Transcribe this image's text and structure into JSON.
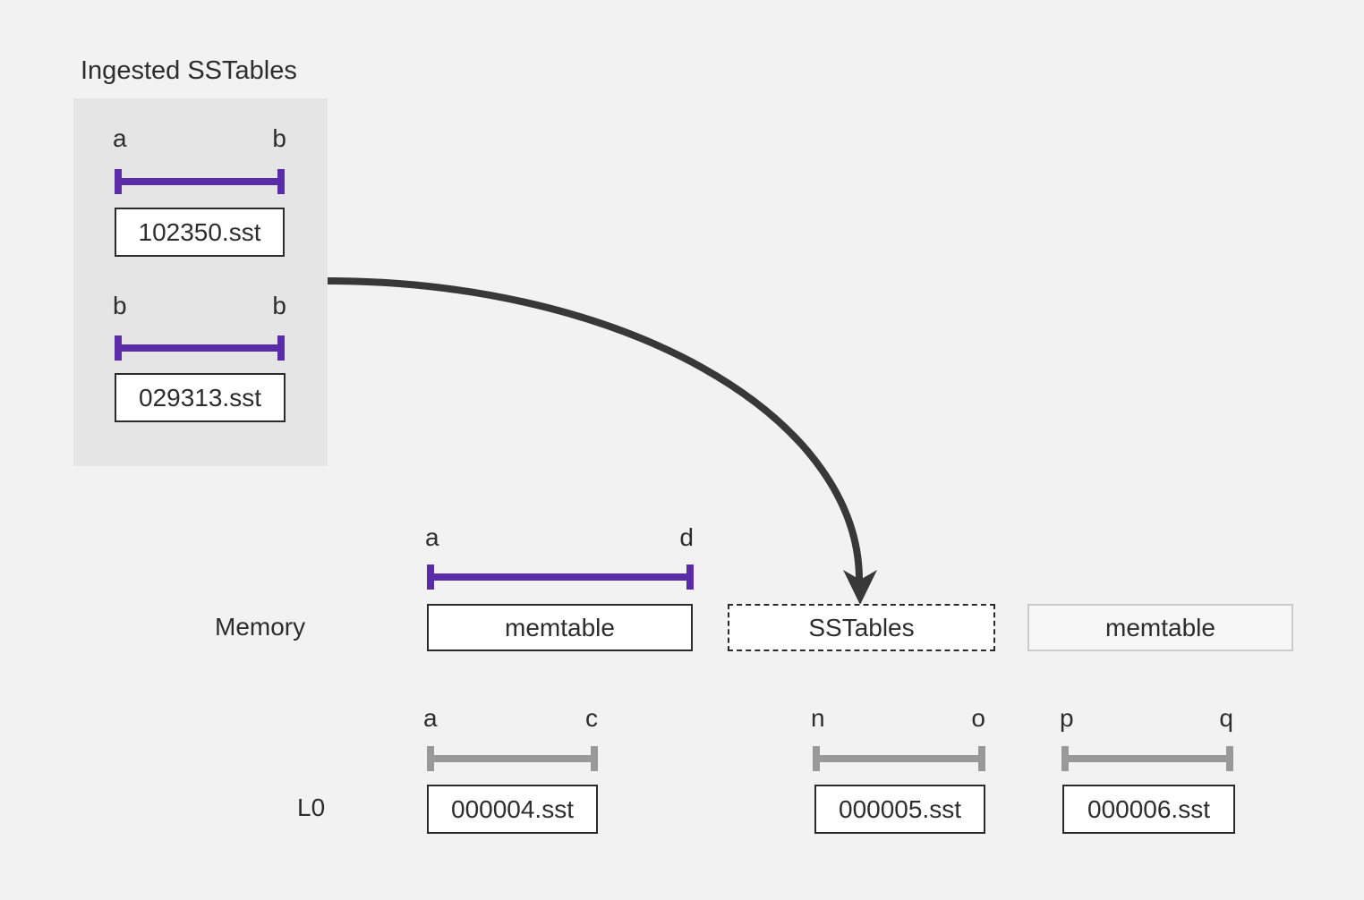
{
  "diagram": {
    "title": "Ingested SSTables",
    "row_labels": {
      "memory": "Memory",
      "l0": "L0"
    },
    "ingested_panel": {
      "sstables": [
        {
          "start_key": "a",
          "end_key": "b",
          "file": "102350.sst"
        },
        {
          "start_key": "b",
          "end_key": "b",
          "file": "029313.sst"
        }
      ]
    },
    "memory_row": {
      "memtable": {
        "start_key": "a",
        "end_key": "d",
        "label": "memtable"
      },
      "flushing_sstables": {
        "label": "SSTables"
      },
      "new_memtable": {
        "label": "memtable"
      }
    },
    "l0_row": {
      "sstables": [
        {
          "start_key": "a",
          "end_key": "c",
          "file": "000004.sst"
        },
        {
          "start_key": "n",
          "end_key": "o",
          "file": "000005.sst"
        },
        {
          "start_key": "p",
          "end_key": "q",
          "file": "000006.sst"
        }
      ]
    },
    "colors": {
      "background": "#f2f2f2",
      "panel": "#e5e5e5",
      "key_range_purple": "#5b2ca8",
      "key_range_gray": "#999999",
      "arrow": "#383838",
      "text": "#2d2d2d"
    }
  }
}
